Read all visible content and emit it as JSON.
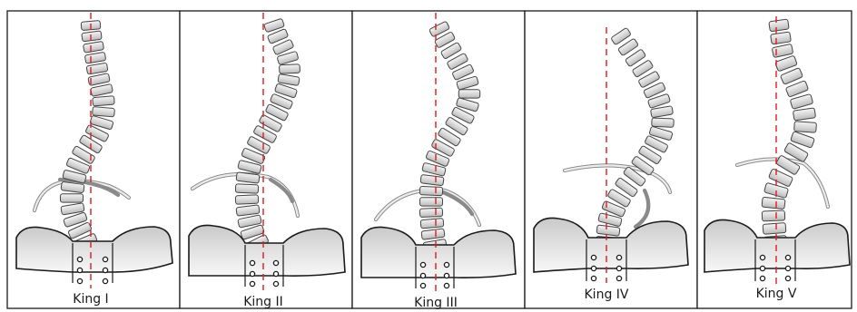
{
  "panels": [
    {
      "label": "King I"
    },
    {
      "label": "King II"
    },
    {
      "label": "King III"
    },
    {
      "label": "King IV"
    },
    {
      "label": "King V"
    }
  ],
  "colors": {
    "midline": "#e01b1b",
    "vertebra": "#d9d9d9",
    "outline": "#1a1a1a"
  }
}
